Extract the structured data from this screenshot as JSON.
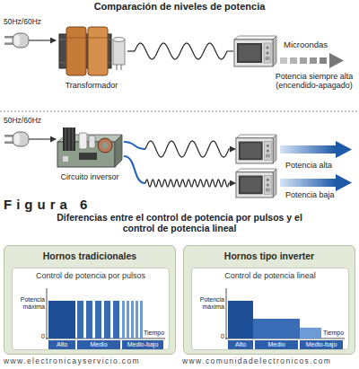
{
  "diagram": {
    "title": "Comparación de niveles de potencia",
    "nodes": [
      {
        "text": [
          "50Hz/60Hz"
        ]
      },
      {
        "text": [
          "Transformador"
        ]
      },
      {
        "text": [
          "Microondas"
        ]
      },
      {
        "text": [
          "50Hz/60Hz"
        ]
      },
      {
        "text": [
          "Circuito inversor"
        ]
      },
      {
        "text": [
          "Potencia alta"
        ]
      },
      {
        "text": [
          "Potencia baja"
        ]
      },
      {
        "text": [
          "Hornos tradicionales"
        ]
      },
      {
        "text": [
          "Control de potencia por pulsos"
        ],
        "in": 7
      },
      {
        "text": [
          "Alto"
        ],
        "in": 8
      },
      {
        "text": [
          "Medio"
        ],
        "in": 8
      },
      {
        "text": [
          "Medio-bajo"
        ],
        "in": 8
      },
      {
        "text": [
          "Hornos tipo inverter"
        ]
      },
      {
        "text": [
          "Control de potencia lineal"
        ],
        "in": 12
      },
      {
        "text": [
          "Alto"
        ],
        "in": 13
      },
      {
        "text": [
          "Medio"
        ],
        "in": 13
      },
      {
        "text": [
          "Medio-bajo"
        ],
        "in": 13
      }
    ],
    "edges": [
      {
        "from": 0,
        "to": 1,
        "arrow": "to"
      },
      {
        "from": 1,
        "to": 2,
        "arrow": "none"
      },
      {
        "from": 3,
        "to": 4,
        "arrow": "to"
      },
      {
        "from": 4,
        "to": 5,
        "arrow": "to"
      },
      {
        "from": 4,
        "to": 6,
        "arrow": "to"
      }
    ],
    "labels": [
      "Potencia siempre alta (encendido-apagado)",
      "Figura 6",
      "Diferencias entre el control de potencia por pulsos y el control de potencia lineal",
      "Potencia máxima",
      "0",
      "Tiempo",
      "Potencia máxima",
      "0",
      "Tiempo",
      "www.electronicayservicio.com",
      "www.comunidadelectronicos.com"
    ]
  }
}
